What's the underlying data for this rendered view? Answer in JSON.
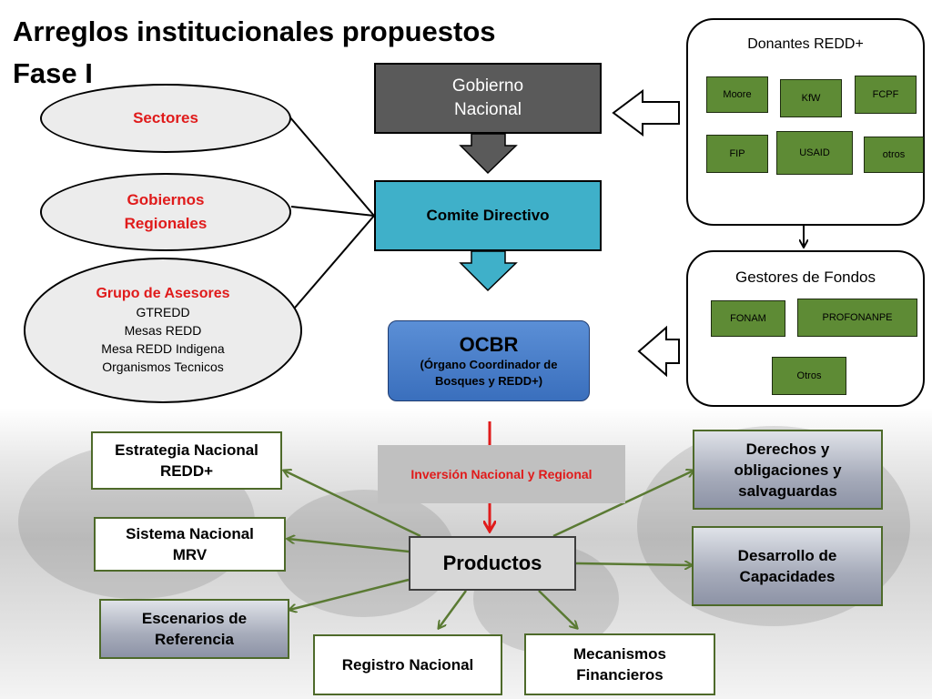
{
  "title": [
    "Arreglos institucionales propuestos",
    "Fase I"
  ],
  "ellipses": {
    "sectores": {
      "label": "Sectores"
    },
    "gobiernos_regionales": {
      "line1": "Gobiernos",
      "line2": "Regionales"
    },
    "grupo_asesores": {
      "heading": "Grupo de Asesores",
      "items": [
        "GTREDD",
        "Mesas REDD",
        "Mesa REDD Indigena",
        "Organismos Tecnicos"
      ]
    }
  },
  "gobierno": {
    "line1": "Gobierno",
    "line2": "Nacional"
  },
  "comite": {
    "label": "Comite Directivo"
  },
  "ocbr": {
    "title": "OCBR",
    "line1": "(Órgano Coordinador de",
    "line2": "Bosques y REDD+)"
  },
  "donantes": {
    "heading": "Donantes REDD+",
    "items": [
      "Moore",
      "KfW",
      "FCPF",
      "FIP",
      "USAID",
      "otros"
    ]
  },
  "gestores": {
    "heading": "Gestores de Fondos",
    "items": [
      "FONAM",
      "PROFONANPE",
      "Otros"
    ]
  },
  "inversion": {
    "label": "Inversión Nacional y Regional"
  },
  "productos": {
    "label": "Productos"
  },
  "outputs": {
    "estrategia": {
      "line1": "Estrategia Nacional",
      "line2": "REDD+"
    },
    "sistema": {
      "line1": "Sistema Nacional",
      "line2": "MRV"
    },
    "escenarios": {
      "line1": "Escenarios de",
      "line2": "Referencia"
    },
    "registro": {
      "label": "Registro Nacional"
    },
    "mecanismos": {
      "line1": "Mecanismos",
      "line2": "Financieros"
    },
    "derechos": {
      "line1": "Derechos y",
      "line2": "obligaciones y",
      "line3": "salvaguardas"
    },
    "desarrollo": {
      "line1": "Desarrollo de",
      "line2": "Capacidades"
    }
  },
  "colors": {
    "arrow_green": "#5a7a33",
    "accent_red": "#e01b1b",
    "comite_blue": "#3fb0c9",
    "ocbr_blue": "#4a7fcb",
    "donor_green": "#5e8b35"
  }
}
